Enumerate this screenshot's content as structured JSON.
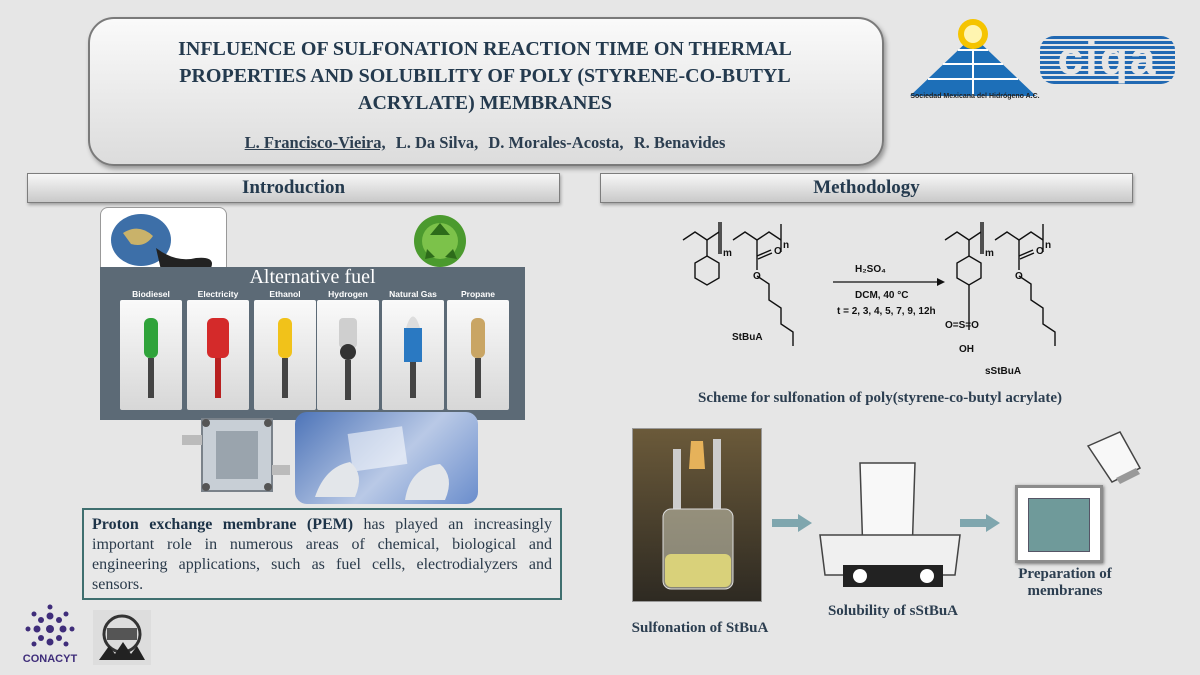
{
  "title": {
    "line1": "INFLUENCE OF SULFONATION REACTION TIME ON THERMAL",
    "line2": "PROPERTIES AND SOLUBILITY OF POLY (STYRENE-CO-BUTYL",
    "line3": "ACRYLATE) MEMBRANES"
  },
  "authors": [
    "L. Francisco-Vieira,",
    "L. Da Silva,",
    "D. Morales-Acosta,",
    "R. Benavides"
  ],
  "logos": {
    "smh_caption": "Sociedad Mexicana del Hidrógeno A.C.",
    "ciqa": "ciqa",
    "conacyt": "CONACYT"
  },
  "introduction": {
    "heading": "Introduction",
    "fuel_title": "Alternative fuel",
    "pumps": [
      "Biodiesel",
      "Electricity",
      "Ethanol",
      "Hydrogen",
      "Natural Gas",
      "Propane"
    ],
    "pem_bold": "Proton exchange membrane (PEM)",
    "pem_text": " has played an increasingly important role in numerous areas of chemical, biological and engineering applications, such as fuel cells, electrodialyzers and sensors."
  },
  "methodology": {
    "heading": "Methodology",
    "reagent": "H₂SO₄",
    "conditions": "DCM, 40 °C",
    "times": "t = 2, 3, 4, 5, 7, 9, 12h",
    "reactant": "StBuA",
    "product": "sStBuA",
    "m": "m",
    "n": "n",
    "o1": "O",
    "o2": "O",
    "s_group": "O=S=O",
    "oh": "OH",
    "scheme_caption": "Scheme for sulfonation of poly(styrene-co-butyl acrylate)",
    "step1": "Sulfonation of StBuA",
    "step2": "Solubility of sStBuA",
    "step3a": "Preparation of",
    "step3b": "membranes"
  }
}
